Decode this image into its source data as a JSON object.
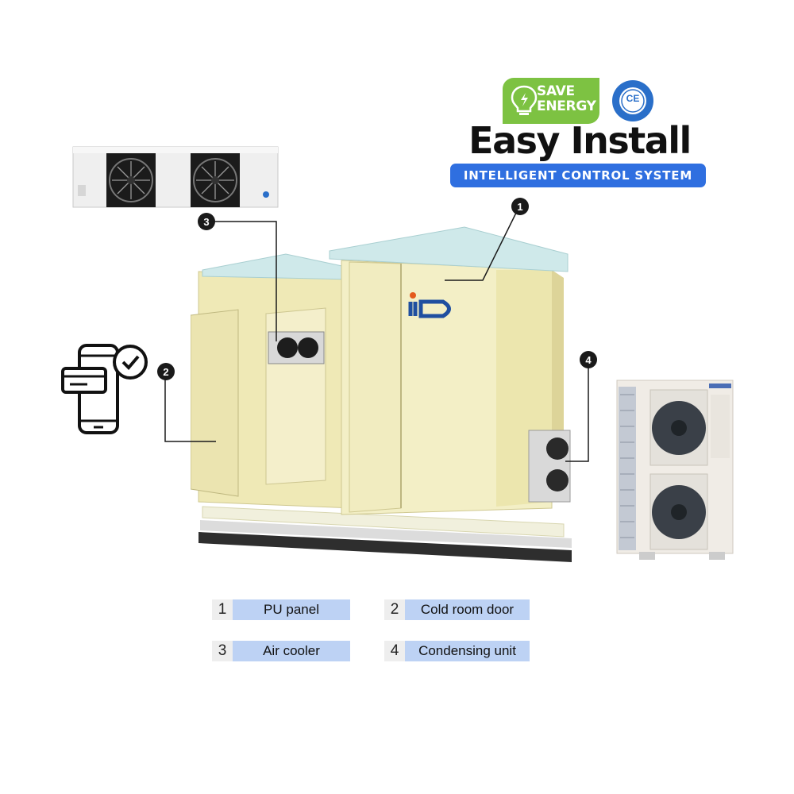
{
  "header": {
    "save_energy_line1": "SAVE",
    "save_energy_line2": "ENERGY",
    "seal_text": "CE",
    "title": "Easy Install",
    "subtitle": "INTELLIGENT CONTROL SYSTEM"
  },
  "callouts": [
    {
      "number": "1"
    },
    {
      "number": "2"
    },
    {
      "number": "3"
    },
    {
      "number": "4"
    }
  ],
  "legend": [
    {
      "number": "1",
      "label": "PU panel"
    },
    {
      "number": "2",
      "label": "Cold room door"
    },
    {
      "number": "3",
      "label": "Air cooler"
    },
    {
      "number": "4",
      "label": "Condensing unit"
    }
  ],
  "colors": {
    "save_green": "#7dc242",
    "ribbon_blue": "#2f6fe0",
    "legend_blue": "#bdd2f4",
    "panel_cream": "#f3efc6",
    "roof_teal": "#cfe9ea"
  }
}
